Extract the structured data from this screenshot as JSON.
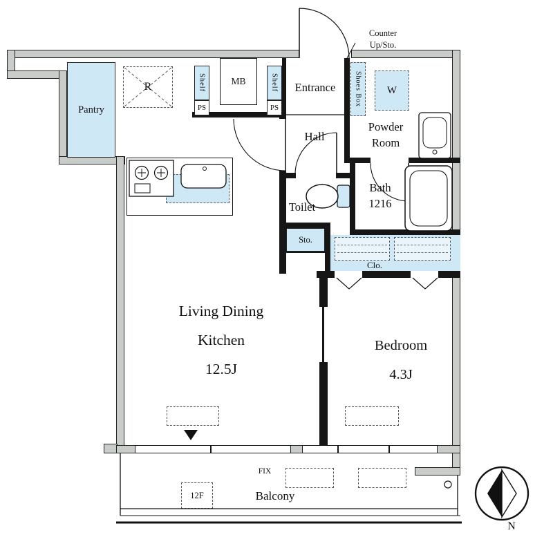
{
  "colors": {
    "hl": "#cfe8f5",
    "wallgray": "#c9cdc9"
  },
  "labels": {
    "pantry": "Pantry",
    "fridge": "R",
    "shelf_a": "Shelf",
    "shelf_b": "Shelf",
    "ps_a": "PS",
    "ps_b": "PS",
    "mb": "MB",
    "entrance": "Entrance",
    "shoes_box": "Shoes Box",
    "washer": "W",
    "counter_note_1": "Counter",
    "counter_note_2": "Up/Sto.",
    "hall": "Hall",
    "powder_1": "Powder",
    "powder_2": "Room",
    "toilet": "Toilet",
    "bath_1": "Bath",
    "bath_2": "1216",
    "storage": "Sto.",
    "closet": "Clo.",
    "ldk_1": "Living Dining",
    "ldk_2": "Kitchen",
    "ldk_size": "12.5J",
    "bedroom": "Bedroom",
    "bedroom_size": "4.3J",
    "balcony": "Balcony",
    "fix": "FIX",
    "floor_tag": "12F",
    "north": "N"
  }
}
